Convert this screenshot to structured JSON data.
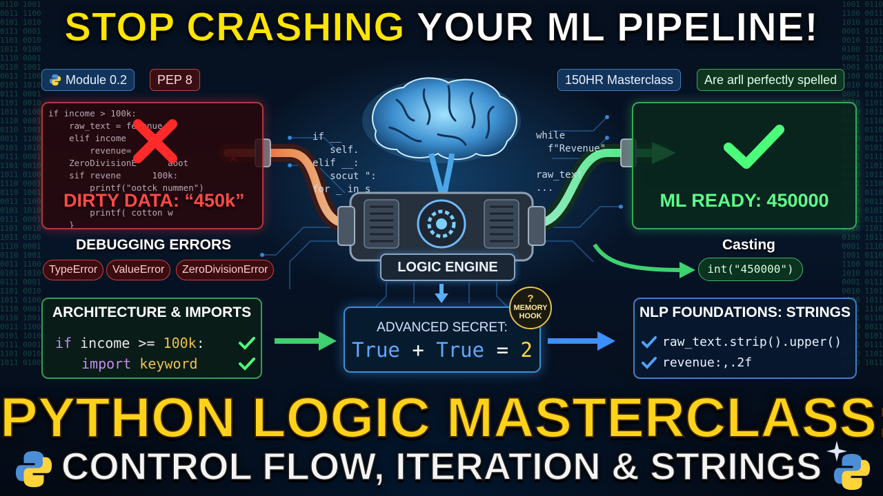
{
  "headline": {
    "part1": "STOP CRASHING",
    "part2": "YOUR ML PIPELINE!"
  },
  "tags": {
    "module": "Module 0.2",
    "pep": "PEP 8",
    "course": "150HR Masterclass",
    "spelling": "Are arll perfectly spelled"
  },
  "dirty_panel": {
    "code": "if income > 100k:\n    raw_text = fevenue\n    elif income\n        revenue=\n    ZeroDivisionE      aoot\n    sif revene      100k:\n        printf(\"ootck nummen\")\n\n        printf( cotton w\n    }",
    "label": "DIRTY DATA: “450k”"
  },
  "center_snippets": {
    "left": "if __\n   self.\nelif __:\n   socut \":\nfor _ in s",
    "right": "while\n  f\"Revenue\"\n\nraw_text\n..."
  },
  "ml_panel": {
    "label": "ML READY: 450000"
  },
  "debugging": {
    "title": "DEBUGGING ERRORS",
    "errors": [
      "TypeError",
      "ValueError",
      "ZeroDivisionError"
    ]
  },
  "engine": {
    "label": "LOGIC ENGINE"
  },
  "casting": {
    "title": "Casting",
    "code": "int(\"450000\")"
  },
  "architecture": {
    "title": "ARCHITECTURE & IMPORTS",
    "line1": {
      "kw": "if",
      "mid": " income >= ",
      "num": "100k",
      "end": ":"
    },
    "line2": {
      "kw": "import",
      "rest": " keyword"
    }
  },
  "secret": {
    "label": "ADVANCED SECRET:",
    "t1": "True",
    "plus": " + ",
    "t2": "True",
    "eq": " = ",
    "result": "2",
    "hook_q": "?",
    "hook": "MEMORY HOOK"
  },
  "nlp": {
    "title": "NLP FOUNDATIONS: STRINGS",
    "line1": "raw_text.strip().upper()",
    "line2": "revenue:,.2f"
  },
  "title": {
    "main": "PYTHON LOGIC MASTERCLASS:",
    "sub": "CONTROL FLOW, ITERATION & STRINGS"
  },
  "colors": {
    "headline_yellow": "#ffe500",
    "error_red": "#ff4a47",
    "success_green": "#5dff8a",
    "accent_blue": "#3f8fd0",
    "title_gold": "#ffd21a"
  },
  "icons": [
    "python-logo-icon",
    "x-mark-icon",
    "check-mark-icon",
    "brain-icon",
    "gear-icon",
    "sparkle-icon",
    "arrow-right-icon"
  ]
}
